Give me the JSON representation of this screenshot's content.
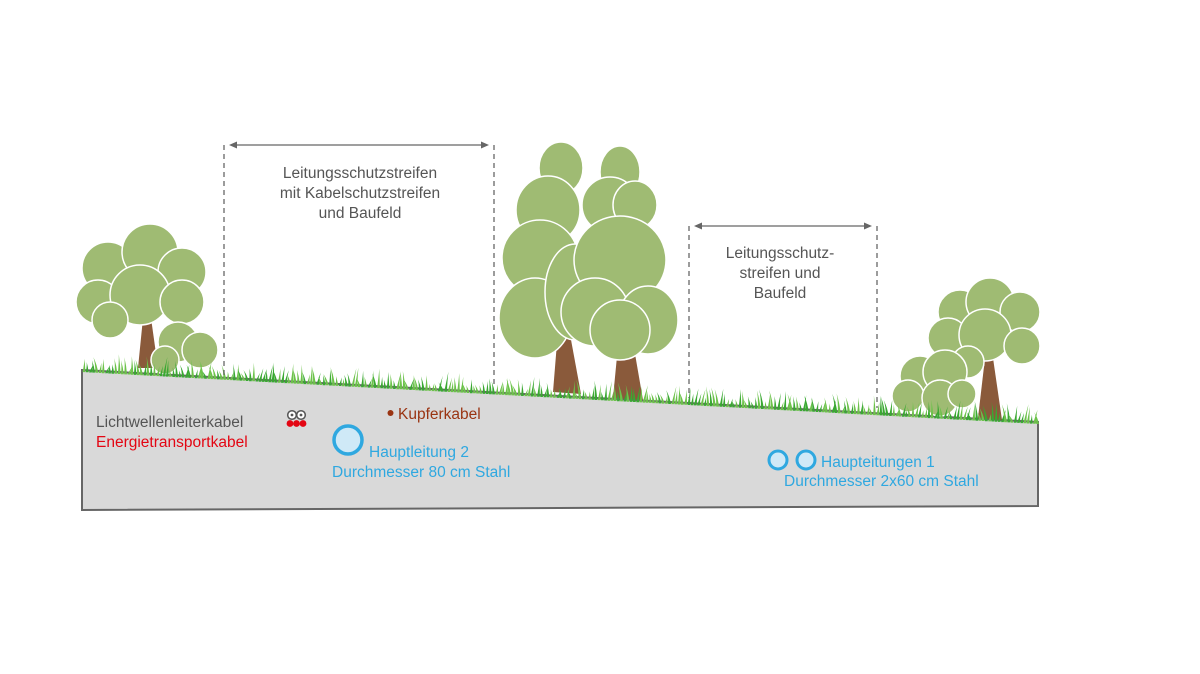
{
  "labels": {
    "strip_left": [
      "Leitungsschutzstreifen",
      "mit Kabelschutzstreifen",
      "und Baufeld"
    ],
    "strip_right": [
      "Leitungsschutz-",
      "streifen und",
      "Baufeld"
    ],
    "fiber_cable": "Lichtwellenleiterkabel",
    "power_cable": "Energietransportkabel",
    "copper_cable": "Kupferkabel",
    "main_line_2": [
      "Hauptleitung 2",
      "Durchmesser 80 cm Stahl"
    ],
    "main_lines_1": [
      "Haupteitungen 1",
      "Durchmesser 2x60 cm Stahl"
    ]
  },
  "colors": {
    "text_gray": "#555555",
    "power_red": "#e30613",
    "copper_brown": "#9a3412",
    "pipe_blue": "#2fa8e0",
    "ground": "#d9d9d9",
    "ground_edge": "#666666",
    "foliage": "#9fbb73",
    "foliage_edge": "#ffffff",
    "trunk": "#8a5a3b",
    "grass": "#3aa832",
    "grass_light": "#6cc24a",
    "dimension_line": "#666666"
  }
}
